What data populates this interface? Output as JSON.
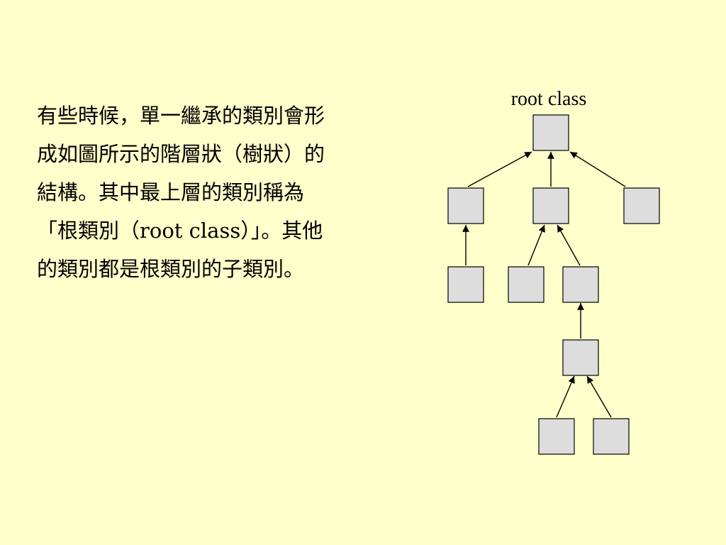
{
  "text": {
    "lines": [
      "有些時候，單一繼承的類別會形",
      "成如圖所示的階層狀（樹狀）的",
      "結構。其中最上層的類別稱為",
      "「根類別（root  class）」。其他",
      "的類別都是根類別的子類別。"
    ]
  },
  "diagram": {
    "root_label": "root class",
    "node_fill": "#dddddd",
    "background": "#ffffcc"
  }
}
